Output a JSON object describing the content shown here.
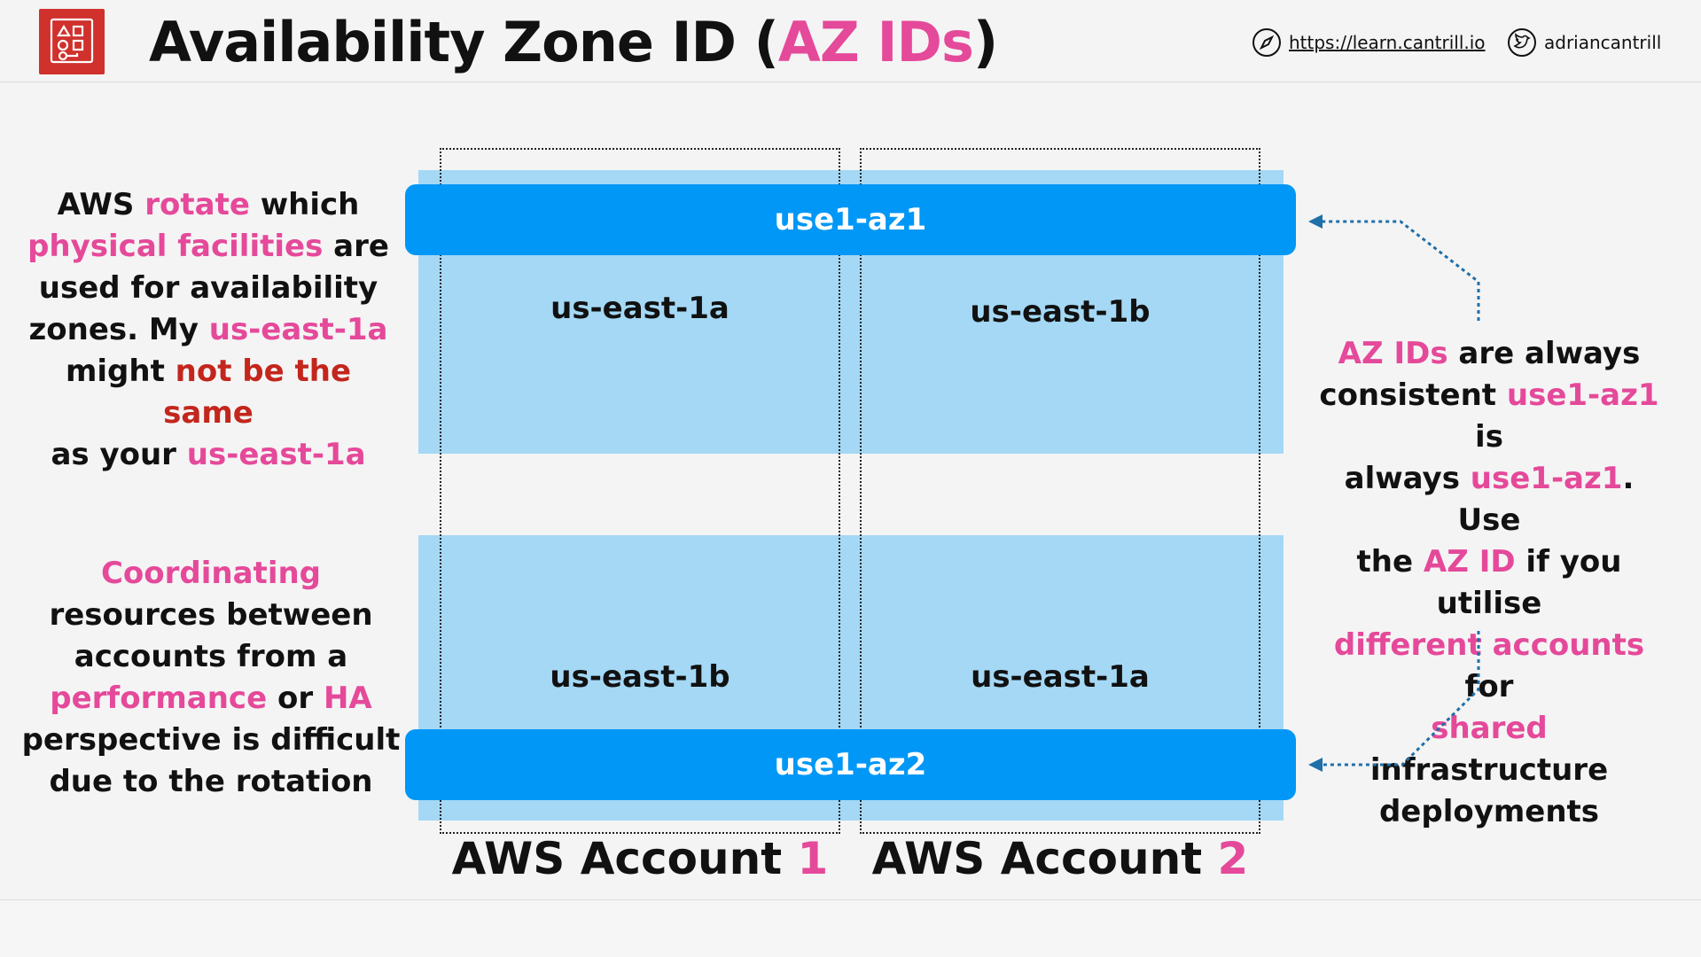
{
  "header": {
    "title_part1": "Availability Zone ID (",
    "title_highlight": "AZ IDs",
    "title_part2": ")",
    "website": "https://learn.cantrill.io",
    "twitter": "adriancantrill",
    "icons": {
      "logo": "aws-service-logo",
      "website": "compass-icon",
      "twitter": "twitter-bird-icon"
    }
  },
  "diagram": {
    "az_ids": {
      "top": "use1-az1",
      "bottom": "use1-az2"
    },
    "account1": {
      "label_prefix": "AWS Account ",
      "label_number": "1",
      "top_zone": "us-east-1a",
      "bottom_zone": "us-east-1b"
    },
    "account2": {
      "label_prefix": "AWS Account ",
      "label_number": "2",
      "top_zone": "us-east-1b",
      "bottom_zone": "us-east-1a"
    }
  },
  "left_note_1": {
    "w1": "AWS ",
    "w2": "rotate",
    "w3": " which",
    "w4": "physical facilities",
    "w5": " are",
    "w6": "used for availability",
    "w7": "zones. My ",
    "w8": "us-east-1a",
    "w9": "might ",
    "w10": "not be the same",
    "w11": "as your ",
    "w12": "us-east-1a"
  },
  "left_note_2": {
    "w1": "Coordinating",
    "w2": "resources between",
    "w3": "accounts from a",
    "w4": "performance",
    "w5": " or ",
    "w6": "HA",
    "w7": "perspective is difficult",
    "w8": "due to the rotation"
  },
  "right_note": {
    "w1": "AZ IDs",
    "w2": " are always",
    "w3": "consistent ",
    "w4": "use1-az1",
    "w5": " is",
    "w6": "always ",
    "w7": "use1-az1",
    "w8": ". Use",
    "w9": "the ",
    "w10": "AZ ID",
    "w11": " if you utilise",
    "w12": "different accounts",
    "w13": " for",
    "w14": "shared",
    "w15": " infrastructure",
    "w16": "deployments"
  },
  "colors": {
    "accent_pink": "#e5499a",
    "accent_red": "#c3261c",
    "az_bar_blue": "#0197f6",
    "zone_light_blue": "#a4d8f5",
    "logo_red": "#d0312d",
    "arrow_blue": "#1f6fa8"
  }
}
